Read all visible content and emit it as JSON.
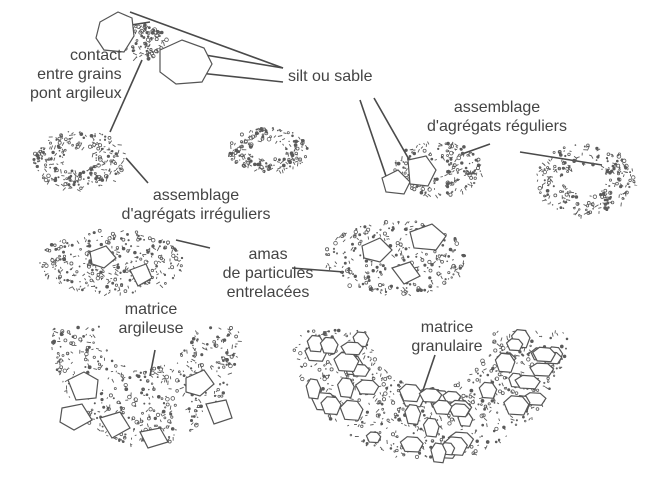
{
  "diagram": {
    "ink_color": "#5a5a5a",
    "label_color": "#444444",
    "labels": {
      "contact": {
        "lines": [
          "contact",
          "entre grains",
          "pont argileux"
        ]
      },
      "silt_sable": {
        "lines": [
          "silt ou sable"
        ]
      },
      "assemblage_reguliers": {
        "lines": [
          "assemblage",
          "d'agrégats réguliers"
        ]
      },
      "assemblage_irreguliers": {
        "lines": [
          "assemblage",
          "d'agrégats irréguliers"
        ]
      },
      "amas": {
        "lines": [
          "amas",
          "de particules",
          "entrelacées"
        ]
      },
      "matrice_argileuse": {
        "lines": [
          "matrice",
          "argileuse"
        ]
      },
      "matrice_granulaire": {
        "lines": [
          "matrice",
          "granulaire"
        ]
      }
    }
  }
}
